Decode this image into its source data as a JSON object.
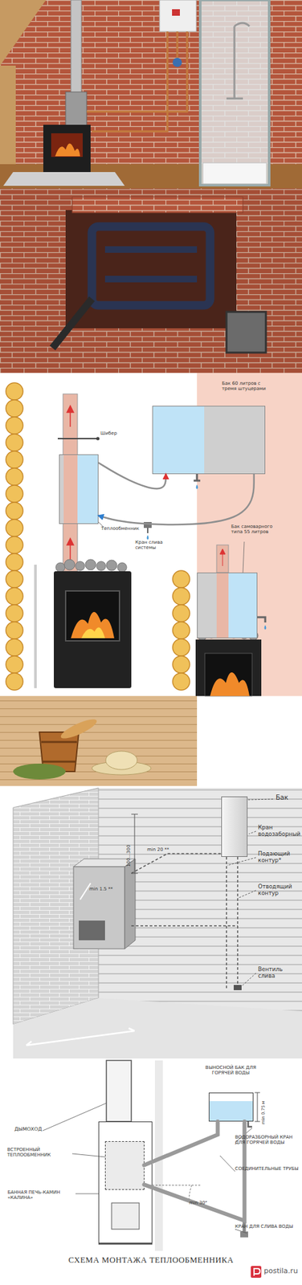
{
  "diagram": {
    "caption": "СХЕМА МОНТАЖА ТЕПЛООБМЕННИКА",
    "nodes": [
      {
        "text": [
          "Бак 60 литров с тремя штуцерами"
        ]
      },
      {
        "text": [
          "Теплообменник"
        ]
      },
      {
        "text": [
          "Бак самоварного типа 55 литров"
        ]
      },
      {
        "text": [
          "Бак"
        ]
      },
      {
        "text": [
          "ВЫНОСНОЙ БАК ДЛЯ ГОРЯЧЕЙ ВОДЫ"
        ]
      },
      {
        "text": [
          "БАННАЯ ПЕЧЬ-КАМИН «КАЛИНА»"
        ]
      },
      {
        "text": [
          "ВСТРОЕННЫЙ ТЕПЛООБМЕННИК"
        ],
        "in": 5
      }
    ],
    "edges": [
      {
        "from": 1,
        "to": 0,
        "arrow": "to"
      },
      {
        "from": 0,
        "to": 1,
        "arrow": "to"
      },
      {
        "from": 6,
        "to": 4,
        "arrow": "none"
      },
      {
        "from": 6,
        "to": 4,
        "arrow": "none"
      }
    ],
    "labels": [
      "Шибер",
      "Кран слива системы",
      "Кран водозаборный",
      "Подающий контур*",
      "Отводящий контур",
      "Вентиль слива",
      "100...300",
      "min 20 **",
      "min 1.5 **",
      "ДЫМОХОД",
      "min 0.75 м",
      "ВОДОРАЗБОРНЫЙ КРАН ДЛЯ ГОРЯЧЕЙ ВОДЫ",
      "СОЕДИНИТЕЛЬНЫЕ ТРУБЫ",
      "min 30°",
      "КРАН ДЛЯ СЛИВА ВОДЫ",
      "postila.ru"
    ]
  }
}
